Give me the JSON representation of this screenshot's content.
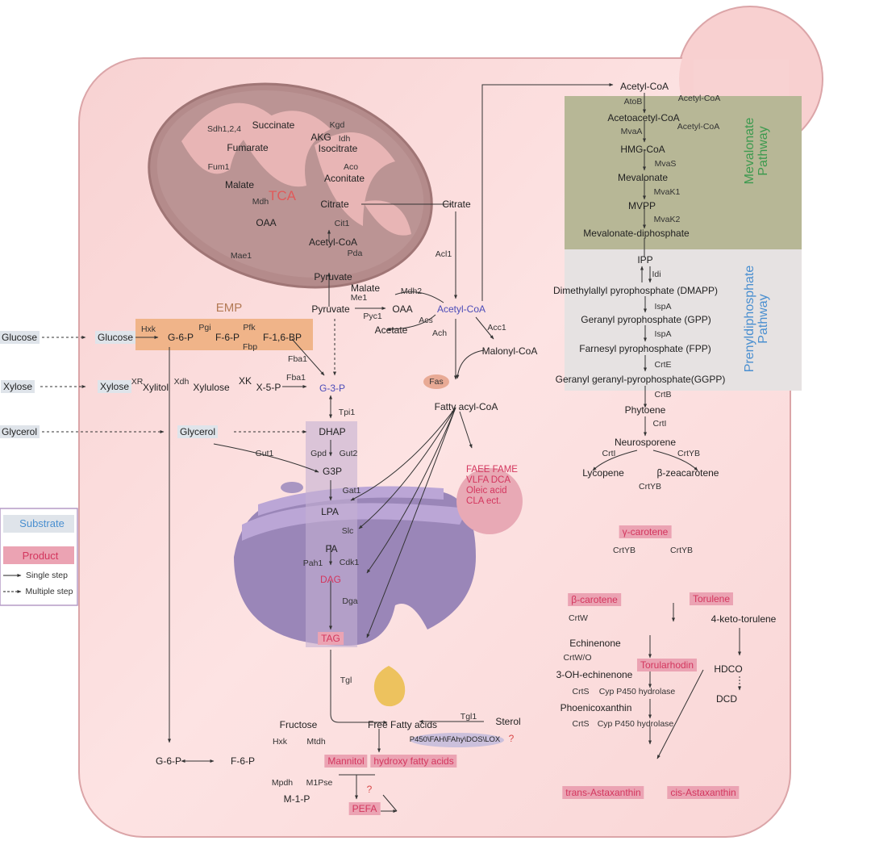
{
  "title": "Metabolic pathways in oleaginous yeast",
  "colors": {
    "cell": "#fad9d9",
    "cell_border": "#dba5a8",
    "mitochondrion": "#b48b8b",
    "emp_box": "#f0b489",
    "mevalonate_box": "#b7b796",
    "prenyl_box": "#e6e2e2",
    "er": "#a996c2",
    "product_bg": "#eba3b3",
    "product_text": "#d3365e",
    "substrate_bg": "#dfe4ea",
    "mevalonate_text": "#3d9a4f",
    "prenyl_text": "#4a8fd0",
    "tca_text": "#e05a5a",
    "emp_text": "#b37a55",
    "highlight_blue": "#4b4bb8"
  },
  "legend": {
    "substrate": "Substrate",
    "product": "Product",
    "single_step": "Single step",
    "multiple_step": "Multiple step"
  },
  "substrates": [
    "Glucose",
    "Xylose",
    "Glycerol"
  ],
  "tca": {
    "label": "TCA",
    "metabolites": {
      "succinate": "Succinate",
      "akg": "AKG",
      "fumarate": "Fumarate",
      "isocitrate": "Isocitrate",
      "aconitate": "Aconitate",
      "malate": "Malate",
      "citrate": "Citrate",
      "oaa": "OAA",
      "acetyl_coa": "Acetyl-CoA",
      "pyruvate": "Pyruvate"
    },
    "enzymes": {
      "sdh": "Sdh1,2,4",
      "kgd": "Kgd",
      "idh": "Idh",
      "fum": "Fum1",
      "aco": "Aco",
      "mdh": "Mdh",
      "cit": "Cit1",
      "pda": "Pda",
      "mae": "Mae1"
    }
  },
  "cytosol": {
    "citrate": "Citrate",
    "acl": "Acl1",
    "malate": "Malate",
    "mdh2": "Mdh2",
    "me1": "Me1",
    "pyruvate": "Pyruvate",
    "oaa": "OAA",
    "pyc": "Pyc1",
    "acs": "Acs",
    "acetate": "Acetate",
    "ach": "Ach",
    "acetyl_coa": "Acetyl-CoA",
    "acc": "Acc1",
    "malonyl_coa": "Malonyl-CoA",
    "fas": "Fas",
    "fatty_acyl_coa": "Fatty acyl-CoA"
  },
  "emp": {
    "label": "EMP",
    "glucose": "Glucose",
    "hxk": "Hxk",
    "g6p": "G-6-P",
    "pgi": "Pgi",
    "f6p": "F-6-P",
    "pfk": "Pfk",
    "fbp": "Fbp",
    "f16bp": "F-1,6-BP",
    "fba1": "Fba1",
    "fba1b": "Fba1",
    "g3p": "G-3-P",
    "tpi": "Tpi1"
  },
  "xylose": {
    "xylose": "Xylose",
    "xr": "XR",
    "xylitol": "Xylitol",
    "xdh": "Xdh",
    "xylulose": "Xylulose",
    "xk": "XK",
    "x5p": "X-5-P"
  },
  "glycerol": {
    "glycerol": "Glycerol",
    "gut1": "Gut1"
  },
  "lipid": {
    "dhap": "DHAP",
    "gpd": "Gpd",
    "gut2": "Gut2",
    "g3p": "G3P",
    "gat1": "Gat1",
    "lpa": "LPA",
    "slc": "Slc",
    "pa": "PA",
    "pah1": "Pah1",
    "cdk1": "Cdk1",
    "dag": "DAG",
    "dga": "Dga",
    "tag": "TAG",
    "tgl": "Tgl"
  },
  "fa_products": [
    "FAEE FAME",
    "VLFA  DCA",
    "Oleic acid",
    "CLA ect."
  ],
  "mannitol": {
    "fructose": "Fructose",
    "hxk": "Hxk",
    "mtdh": "Mtdh",
    "g6p": "G-6-P",
    "f6p": "F-6-P",
    "mannitol": "Mannitol",
    "mpdh": "Mpdh",
    "m1pse": "M1Pse",
    "m1p": "M-1-P"
  },
  "ffa": {
    "free_fatty_acids": "Free Fatty acids",
    "tgl1": "Tgl1",
    "sterol": "Sterol",
    "enzymes": "P450\\FAH\\FAhy\\DOS\\LOX",
    "question": "?",
    "hydroxy": "hydroxy fatty acids",
    "pefa": "PEFA",
    "question2": "?"
  },
  "mevalonate": {
    "label_line1": "Mevalonate",
    "label_line2": "Pathway",
    "acetyl_coa_top": "Acetyl-CoA",
    "atob": "AtoB",
    "acetyl_coa_in1": "Acetyl-CoA",
    "acetoacetyl": "Acetoacetyl-CoA",
    "mvaa": "MvaA",
    "acetyl_coa_in2": "Acetyl-CoA",
    "hmg": "HMG-CoA",
    "mvas": "MvaS",
    "mevalonate": "Mevalonate",
    "mvak1": "MvaK1",
    "mvpp": "MVPP",
    "mvak2": "MvaK2",
    "mevdp": "Mevalonate-diphosphate"
  },
  "prenyl": {
    "label_line1": "Prenyldiphosphate",
    "label_line2": "Pathway",
    "ipp": "IPP",
    "idi": "Idi",
    "dmapp": "Dimethylallyl pyrophosphate (DMAPP)",
    "ispa1": "IspA",
    "gpp": "Geranyl pyrophosphate (GPP)",
    "ispa2": "IspA",
    "fpp": "Farnesyl pyrophosphate (FPP)",
    "crte": "CrtE",
    "ggpp": "Geranyl geranyl-pyrophosphate(GGPP)"
  },
  "carotenoid": {
    "crtb": "CrtB",
    "phytoene": "Phytoene",
    "crti": "CrtI",
    "neurosporene": "Neurosporene",
    "crti2": "CrtI",
    "crtyb1": "CrtYB",
    "lycopene": "Lycopene",
    "zeacarotene": "β-zeacarotene",
    "crtyb2": "CrtYB",
    "gamma": "γ-carotene",
    "crtyb3": "CrtYB",
    "crtyb4": "CrtYB",
    "beta": "β-carotene",
    "torulene": "Torulene",
    "keto": "4-keto-torulene",
    "crtw": "CrtW",
    "echinenone": "Echinenone",
    "crtwo": "CrtW/O",
    "oh_echinenone": "3-OH-echinenone",
    "torularhodin": "Torularhodin",
    "hdco": "HDCO",
    "crts1": "CrtS",
    "cyp1": "Cyp P450 hydrolase",
    "phoenicoxanthin": "Phoenicoxanthin",
    "dcd": "DCD",
    "crts2": "CrtS",
    "cyp2": "Cyp P450 hydrolase",
    "trans_asta": "trans-Astaxanthin",
    "cis_asta": "cis-Astaxanthin"
  }
}
